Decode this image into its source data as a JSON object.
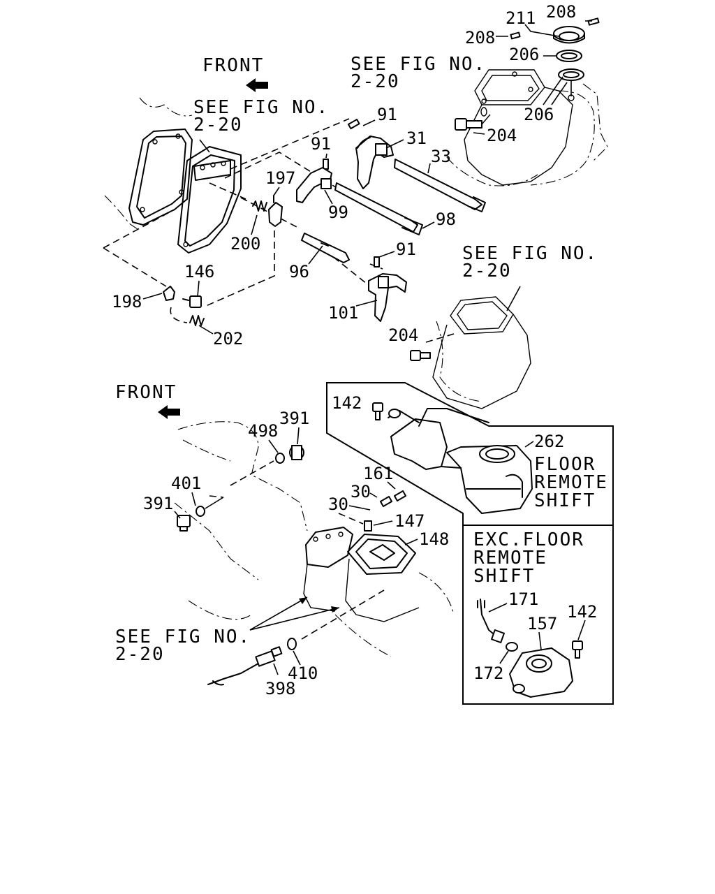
{
  "upper": {
    "front_label": "FRONT",
    "see_fig_a_line1": "SEE FIG NO.",
    "see_fig_a_line2": "2-20",
    "see_fig_b_line1": "SEE FIG NO.",
    "see_fig_b_line2": "2-20",
    "see_fig_c_line1": "SEE FIG NO.",
    "see_fig_c_line2": "2-20",
    "parts": {
      "p211": "211",
      "p208a": "208",
      "p208b": "208",
      "p206a": "206",
      "p206b": "206",
      "p204a": "204",
      "p91a": "91",
      "p31": "31",
      "p91b": "91",
      "p33": "33",
      "p197": "197",
      "p99": "99",
      "p98": "98",
      "p200": "200",
      "p96": "96",
      "p91c": "91",
      "p146": "146",
      "p198": "198",
      "p101": "101",
      "p202": "202",
      "p204b": "204"
    }
  },
  "lower": {
    "front_label": "FRONT",
    "see_fig_line1": "SEE FIG NO.",
    "see_fig_line2": "2-20",
    "parts": {
      "p142a": "142",
      "p262": "262",
      "p391a": "391",
      "p498": "498",
      "p401": "401",
      "p391b": "391",
      "p161": "161",
      "p30a": "30",
      "p30b": "30",
      "p147": "147",
      "p148": "148",
      "p171": "171",
      "p157": "157",
      "p142b": "142",
      "p172": "172",
      "p398": "398",
      "p410": "410"
    },
    "floor_box": {
      "line1": "FLOOR",
      "line2": "REMOTE",
      "line3": "SHIFT"
    },
    "exc_box": {
      "line1": "EXC.FLOOR",
      "line2": "REMOTE",
      "line3": "SHIFT"
    }
  }
}
